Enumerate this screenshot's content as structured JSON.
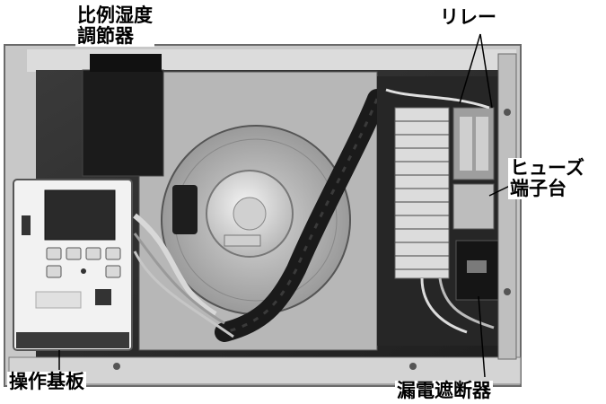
{
  "image": {
    "description_mode": "grayscale photograph of the opened inside of an equipment cabinet with Japanese callout labels"
  },
  "labels": {
    "humidity_controller": [
      "比例湿度",
      "調節器"
    ],
    "relay": "リレー",
    "fuse_terminal": [
      "ヒューズ",
      "端子台"
    ],
    "operation_board": "操作基板",
    "earth_leakage_breaker": "漏電遮断器"
  },
  "colors": {
    "background": "#ffffff",
    "cabinet_frame": "#cfcfcf",
    "panel_dark": "#2a2a2a",
    "label_text": "#000000"
  }
}
